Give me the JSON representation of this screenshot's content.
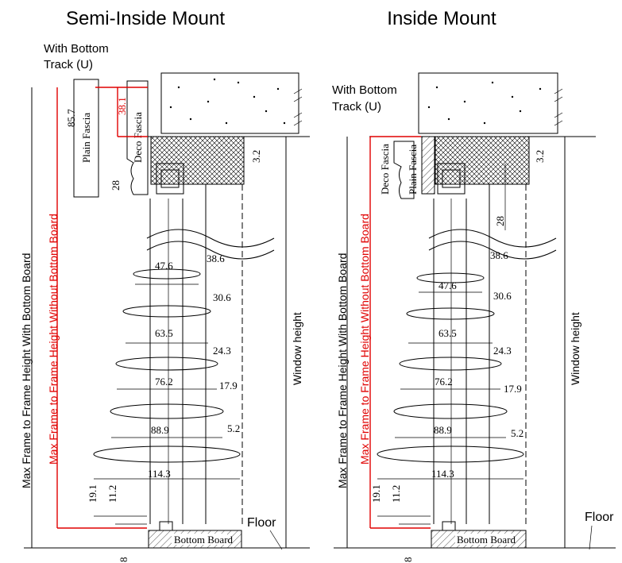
{
  "titles": {
    "left": "Semi-Inside Mount",
    "right": "Inside Mount"
  },
  "notes": {
    "bottom_track": "With Bottom\nTrack (U)",
    "floor": "Floor"
  },
  "labels": {
    "max_with_board": "Max Frame to Frame Height With Bottom Board",
    "max_without_board": "Max Frame to Frame Height Without Bottom Board",
    "window_height": "Window height",
    "plain_fascia": "Plain Fascia",
    "deco_fascia": "Deco Fascia",
    "bottom_board": "Bottom Board"
  },
  "dims": {
    "fascia_h": "85.7",
    "deco_h": "38.1",
    "gap": "3.2",
    "rail": "28",
    "bottom_a": "19.1",
    "bottom_b": "11.2",
    "bottom_c": "8"
  },
  "slats": [
    {
      "width": "47.6",
      "clearance": "38.6"
    },
    {
      "width": "63.5",
      "clearance": "30.6"
    },
    {
      "width": "76.2",
      "clearance": "24.3"
    },
    {
      "width": "88.9",
      "clearance": "17.9"
    },
    {
      "width": "114.3",
      "clearance": "5.2"
    }
  ],
  "colors": {
    "highlight": "#e00000",
    "ink": "#000000"
  }
}
